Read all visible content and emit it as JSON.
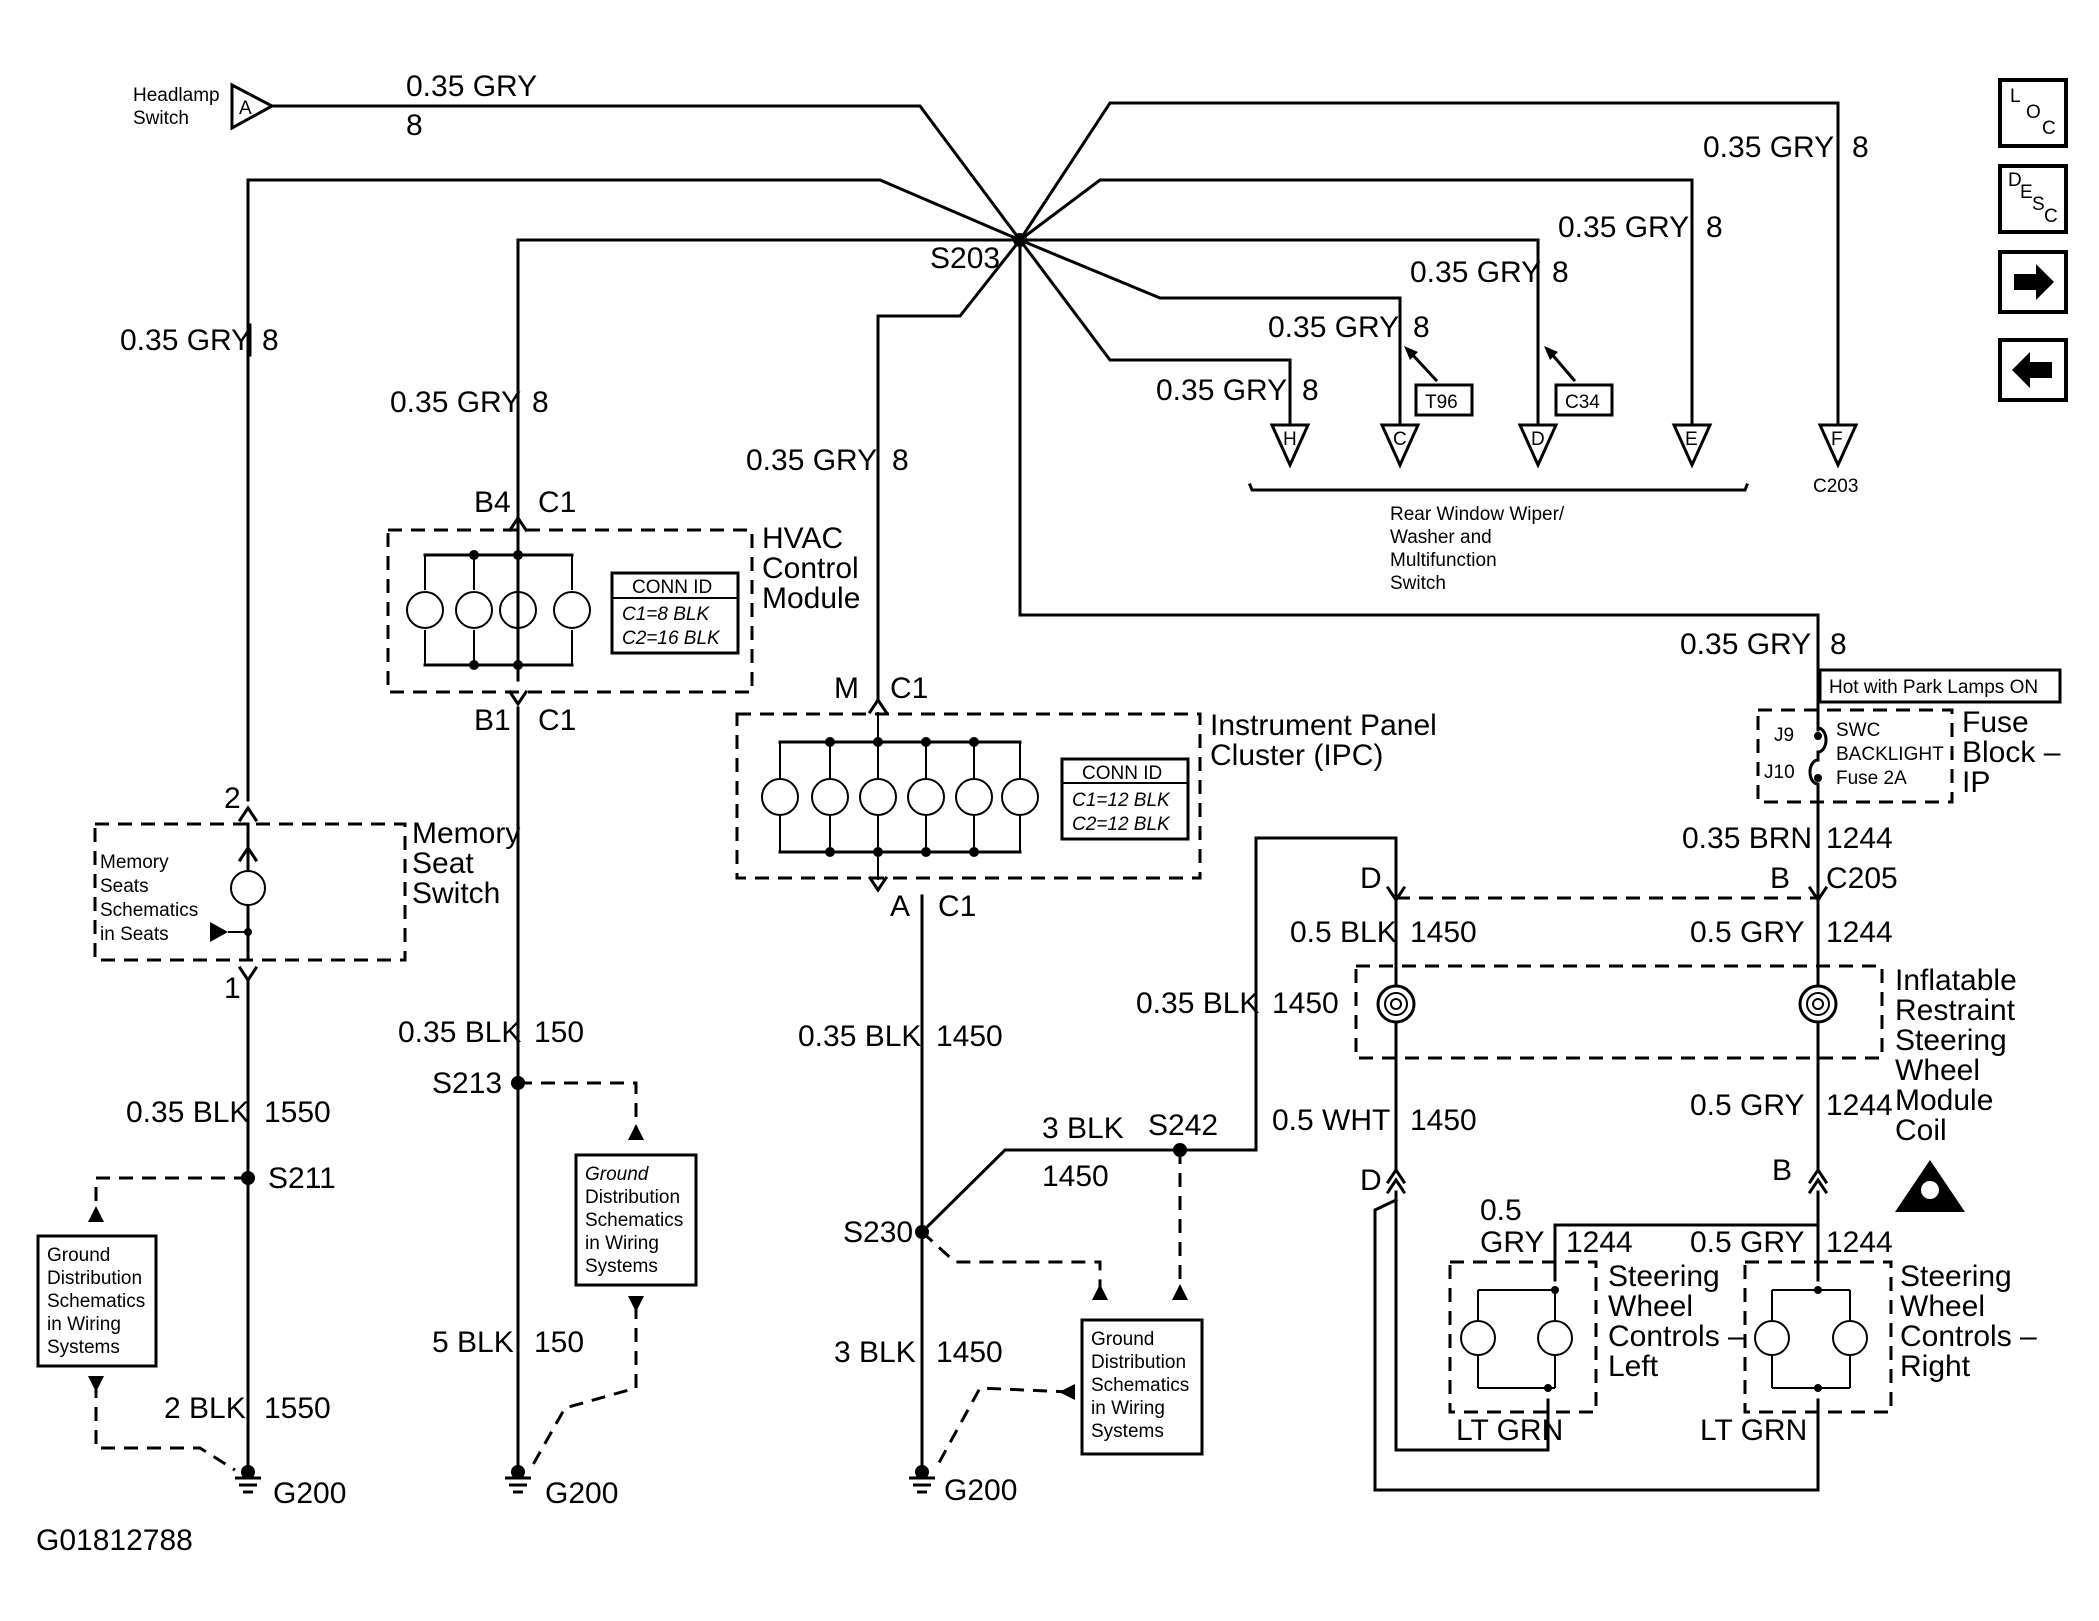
{
  "headlamp": {
    "label1": "Headlamp",
    "label2": "Switch",
    "pin": "A",
    "wire": "0.35 GRY",
    "circuit": "8"
  },
  "splice_s203": "S203",
  "wires": {
    "left": {
      "wire": "0.35 GRY",
      "circuit": "8"
    },
    "hvac_in": {
      "wire": "0.35 GRY",
      "circuit": "8"
    },
    "ipc_in": {
      "wire": "0.35 GRY",
      "circuit": "8"
    },
    "h": {
      "wire": "0.35 GRY",
      "circuit": "8"
    },
    "c": {
      "wire": "0.35 GRY",
      "circuit": "8"
    },
    "d": {
      "wire": "0.35 GRY",
      "circuit": "8"
    },
    "e": {
      "wire": "0.35 GRY",
      "circuit": "8"
    },
    "f": {
      "wire": "0.35 GRY",
      "circuit": "8"
    },
    "fuse_in": {
      "wire": "0.35 GRY",
      "circuit": "8"
    }
  },
  "rear_wiper": {
    "pins": [
      "H",
      "C",
      "D",
      "E"
    ],
    "label1": "Rear Window Wiper/",
    "label2": "Washer and",
    "label3": "Multifunction",
    "label4": "Switch",
    "ref_t96": "T96",
    "ref_c34": "C34"
  },
  "pin_f": "F",
  "c203": "C203",
  "hvac": {
    "top_pin": "B4",
    "top_conn": "C1",
    "bot_pin": "B1",
    "bot_conn": "C1",
    "name1": "HVAC",
    "name2": "Control",
    "name3": "Module",
    "conn_title": "CONN ID",
    "conn1": "C1=8 BLK",
    "conn2": "C2=16 BLK"
  },
  "ipc": {
    "top_pin": "M",
    "top_conn": "C1",
    "bot_pin": "A",
    "bot_conn": "C1",
    "name1": "Instrument Panel",
    "name2": "Cluster (IPC)",
    "conn_title": "CONN ID",
    "conn1": "C1=12 BLK",
    "conn2": "C2=12 BLK"
  },
  "memory": {
    "pin_top": "2",
    "pin_bot": "1",
    "note1": "Memory",
    "note2": "Seats",
    "note3": "Schematics",
    "note4": "in Seats",
    "name1": "Memory",
    "name2": "Seat",
    "name3": "Switch"
  },
  "left_ground": {
    "w1": "0.35 BLK",
    "c1": "1550",
    "splice": "S211",
    "w2": "2 BLK",
    "c2": "1550",
    "ground": "G200"
  },
  "mid_ground": {
    "w1": "0.35 BLK",
    "c1": "150",
    "splice": "S213",
    "w2": "5 BLK",
    "c2": "150",
    "ground": "G200"
  },
  "ipc_ground": {
    "w1": "0.35 BLK",
    "c1": "1450",
    "splice": "S230",
    "w2": "3 BLK",
    "c2": "1450",
    "ground": "G200",
    "w3": "3 BLK",
    "c3": "1450",
    "splice2": "S242"
  },
  "gds": {
    "l1": "Ground",
    "l2": "Distribution",
    "l3": "Schematics",
    "l4": "in Wiring",
    "l5": "Systems"
  },
  "fuse": {
    "hot_note": "Hot with Park Lamps ON",
    "j9": "J9",
    "j10": "J10",
    "f1": "SWC",
    "f2": "BACKLIGHT",
    "f3": "Fuse 2A",
    "name1": "Fuse",
    "name2": "Block –",
    "name3": "IP"
  },
  "fuse_out": {
    "wire": "0.35 BRN",
    "circuit": "1244"
  },
  "c205": {
    "pin_d": "D",
    "pin_b": "B",
    "conn": "C205"
  },
  "airbag": {
    "w_left": "0.5 BLK",
    "c_left": "1450",
    "w_right": "0.5 GRY",
    "c_right": "1244",
    "w_ext": "0.35 BLK",
    "c_ext": "1450",
    "w_wht": "0.5 WHT",
    "c_wht": "1450",
    "w_gry2": "0.5 GRY",
    "c_gry2": "1244",
    "name1": "Inflatable",
    "name2": "Restraint",
    "name3": "Steering",
    "name4": "Wheel",
    "name5": "Module",
    "name6": "Coil",
    "pin_d": "D",
    "pin_b": "B"
  },
  "swc": {
    "left_w1": "0.5",
    "left_w2": "GRY",
    "left_c": "1244",
    "right_w": "0.5 GRY",
    "right_c": "1244",
    "left1": "Steering",
    "left2": "Wheel",
    "left3": "Controls –",
    "left4": "Left",
    "right1": "Steering",
    "right2": "Wheel",
    "right3": "Controls –",
    "right4": "Right",
    "lt_grn_left": "LT GRN",
    "lt_grn_right": "LT GRN"
  },
  "figure_id": "G01812788",
  "nav": {
    "loc_l": "L",
    "loc_o": "O",
    "loc_c": "C",
    "desc_d": "D",
    "desc_e": "E",
    "desc_s": "S",
    "desc_c": "C"
  }
}
